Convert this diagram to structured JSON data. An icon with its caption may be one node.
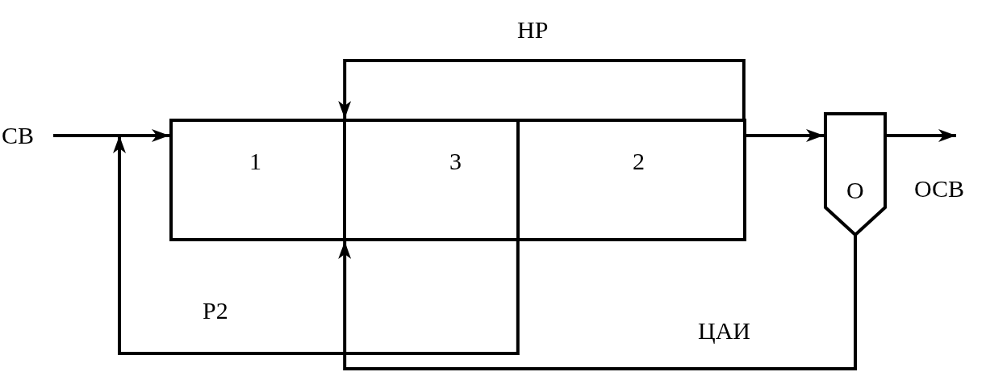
{
  "diagram": {
    "nodes": [
      {
        "text": [
          "СВ"
        ]
      },
      {
        "text": [
          "1"
        ]
      },
      {
        "text": [
          "3"
        ]
      },
      {
        "text": [
          "2"
        ]
      },
      {
        "text": [
          "О"
        ]
      },
      {
        "text": [
          "ОСВ"
        ]
      }
    ],
    "edges": [
      {
        "from": 0,
        "to": 1,
        "arrow": "to"
      },
      {
        "from": 3,
        "to": 4,
        "arrow": "to"
      },
      {
        "from": 4,
        "to": 5,
        "arrow": "to"
      },
      {
        "from": 3,
        "to": 2,
        "label": "НР",
        "arrow": "to"
      },
      {
        "from": 2,
        "to": 1,
        "label": "Р2",
        "arrow": "to"
      },
      {
        "from": 4,
        "to": 2,
        "label": "ЦАИ",
        "arrow": "to"
      }
    ]
  }
}
